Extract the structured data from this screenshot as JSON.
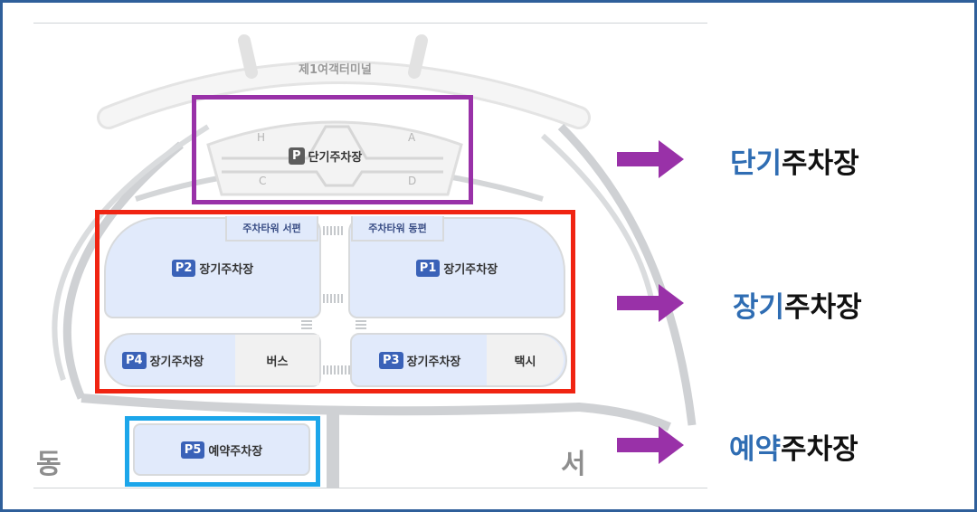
{
  "map": {
    "terminal_label": "제1여객터미널",
    "gates": [
      "H",
      "A",
      "C",
      "D"
    ],
    "compass": {
      "east": "동",
      "west": "서"
    },
    "lots": {
      "short_term": {
        "badge": "P",
        "name": "단기주차장"
      },
      "p2": {
        "badge": "P2",
        "name": "장기주차장"
      },
      "p1": {
        "badge": "P1",
        "name": "장기주차장"
      },
      "p4": {
        "badge": "P4",
        "name": "장기주차장",
        "side": "버스"
      },
      "p3": {
        "badge": "P3",
        "name": "장기주차장",
        "side": "택시"
      },
      "p5": {
        "badge": "P5",
        "name": "예약주차장"
      }
    },
    "towers": {
      "west": "주차타워 서편",
      "east": "주차타워 동편"
    }
  },
  "legend": [
    {
      "accent": "단기",
      "rest": "주차장",
      "arrow_color": "#9931a8"
    },
    {
      "accent": "장기",
      "rest": "주차장",
      "arrow_color": "#9931a8"
    },
    {
      "accent": "예약",
      "rest": "주차장",
      "arrow_color": "#9931a8"
    }
  ],
  "colors": {
    "short_term_box": "#9931a8",
    "long_term_box": "#f02412",
    "reserved_box": "#1ca6ea",
    "accent_text": "#2f6db3",
    "frame": "#2f5f9a"
  }
}
